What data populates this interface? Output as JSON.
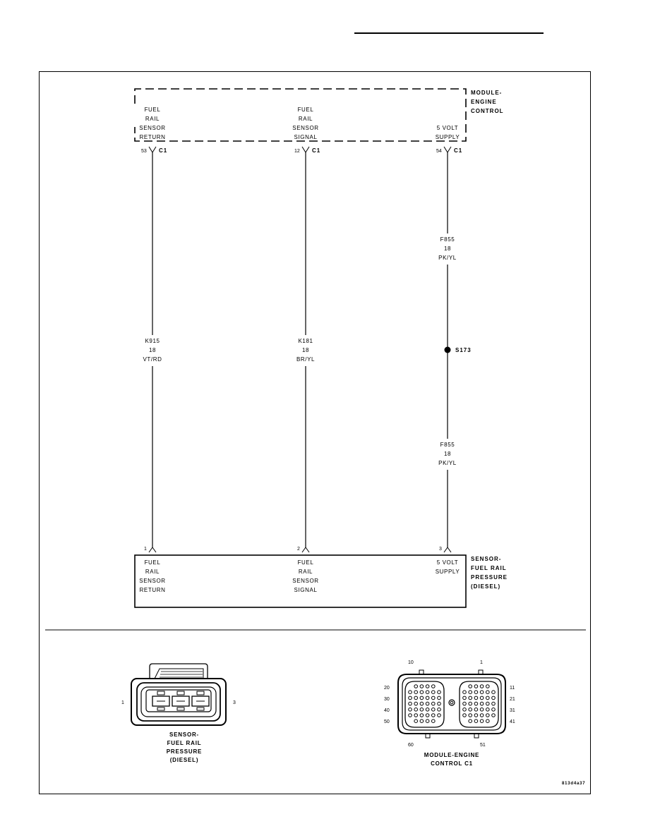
{
  "ecm": {
    "title": [
      "MODULE-",
      "ENGINE",
      "CONTROL"
    ],
    "labels": {
      "return": [
        "FUEL",
        "RAIL",
        "SENSOR",
        "RETURN"
      ],
      "signal": [
        "FUEL",
        "RAIL",
        "SENSOR",
        "SIGNAL"
      ],
      "supply": [
        "5 VOLT",
        "SUPPLY"
      ]
    },
    "pins": {
      "return": "53",
      "signal": "12",
      "supply": "54"
    },
    "connector": "C1"
  },
  "wires": {
    "return": {
      "circuit": "K915",
      "gauge": "18",
      "color": "VT/RD"
    },
    "signal": {
      "circuit": "K181",
      "gauge": "18",
      "color": "BR/YL"
    },
    "supply_upper": {
      "circuit": "F855",
      "gauge": "18",
      "color": "PK/YL"
    },
    "supply_lower": {
      "circuit": "F855",
      "gauge": "18",
      "color": "PK/YL"
    }
  },
  "splice": "S173",
  "sensor": {
    "title": [
      "SENSOR-",
      "FUEL RAIL",
      "PRESSURE",
      "(DIESEL)"
    ],
    "labels": {
      "return": [
        "FUEL",
        "RAIL",
        "SENSOR",
        "RETURN"
      ],
      "signal": [
        "FUEL",
        "RAIL",
        "SENSOR",
        "SIGNAL"
      ],
      "supply": [
        "5 VOLT",
        "SUPPLY"
      ]
    },
    "pins": {
      "return": "1",
      "signal": "2",
      "supply": "3"
    }
  },
  "sensor_connector_view": {
    "caption": [
      "SENSOR-",
      "FUEL RAIL",
      "PRESSURE",
      "(DIESEL)"
    ],
    "pin_left": "1",
    "pin_right": "3"
  },
  "ecm_connector_view": {
    "caption": [
      "MODULE-ENGINE",
      "CONTROL C1"
    ],
    "top_left": "10",
    "top_right": "1",
    "left_rows": [
      "20",
      "30",
      "40",
      "50"
    ],
    "right_rows": [
      "11",
      "21",
      "31",
      "41"
    ],
    "bottom_left": "60",
    "bottom_right": "51"
  },
  "figure_id": "813d4a37"
}
